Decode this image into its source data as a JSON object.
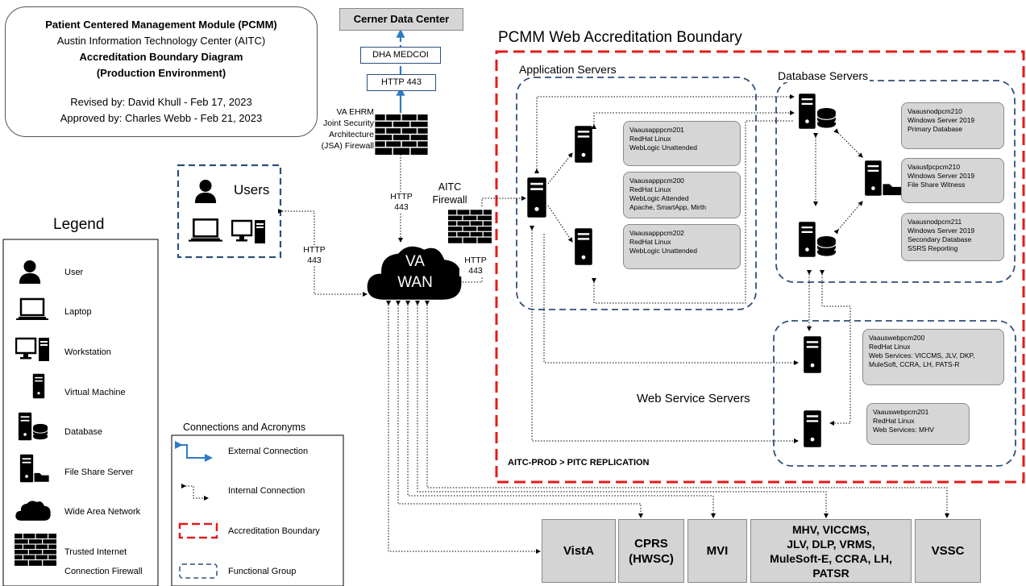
{
  "header": {
    "title": "Patient Centered Management Module (PCMM)",
    "org": "Austin Information Technology Center (AITC)",
    "diagram_title": "Accreditation Boundary Diagram",
    "environment": "(Production Environment)",
    "revised": "Revised by: David Khull - Feb 17, 2023",
    "approved": "Approved by: Charles Webb - Feb 21, 2023"
  },
  "top": {
    "data_center": "Cerner Data Center",
    "medcoi": "DHA MEDCOI",
    "http": "HTTP 443",
    "jsa_firewall": [
      "VA EHRM",
      "Joint Security",
      "Architecture",
      "(JSA) Firewall"
    ]
  },
  "boundary_title": "PCMM Web Accreditation Boundary",
  "boundary_note": "AITC-PROD > PITC REPLICATION",
  "users": {
    "label": "Users",
    "http": [
      "HTTP",
      "443"
    ]
  },
  "wan": {
    "line1": "VA",
    "line2": "WAN",
    "http_top": [
      "HTTP",
      "443"
    ]
  },
  "aitc_firewall": {
    "label": [
      "AITC",
      "Firewall"
    ],
    "http": [
      "HTTP",
      "443"
    ]
  },
  "groups": {
    "app": "Application Servers",
    "db": "Database Servers",
    "web": "Web Service Servers"
  },
  "servers": {
    "app201": [
      "Vaausapppcm201",
      "RedHat Linux",
      "WebLogic Unattended"
    ],
    "app200": [
      "Vaausapppcm200",
      "RedHat Linux",
      "WebLogic Attended",
      "Apache, SmartApp, Mirth"
    ],
    "app202": [
      "Vaausapppcm202",
      "RedHat Linux",
      "WebLogic Unattended"
    ],
    "db210": [
      "Vaausnodpcm210",
      "Windows Server 2019",
      "Primary Database"
    ],
    "fs210": [
      "Vaausfpcpcm210",
      "Windows Server 2019",
      "File Share Witness"
    ],
    "db211": [
      "Vaausnodpcm211",
      "Windows Server 2019",
      "Secondary Database",
      "SSRS Reporting"
    ],
    "web200": [
      "Vaauswebpcm200",
      "RedHat Linux",
      "Web Services: VICCMS, JLV, DKP,",
      "MuleSoft, CCRA, LH, PATS-R"
    ],
    "web201": [
      "Vaauswebpcm201",
      "RedHat Linux",
      "Web Services: MHV"
    ]
  },
  "external_systems": [
    "VistA",
    "CPRS\n(HWSC)",
    "MVI",
    "MHV, VICCMS,\nJLV, DLP, VRMS,\nMuleSoft-E, CCRA, LH,\nPATSR",
    "VSSC"
  ],
  "legend": {
    "title": "Legend",
    "items": [
      "User",
      "Laptop",
      "Workstation",
      "Virtual Machine",
      "Database",
      "File Share Server",
      "Wide Area Network",
      "Trusted Internet",
      "Connection Firewall"
    ]
  },
  "connections": {
    "title": "Connections and Acronyms",
    "items": [
      "External Connection",
      "Internal Connection",
      "Accreditation Boundary",
      "Functional Group"
    ]
  },
  "colors": {
    "boundary": "#e31b1b",
    "group": "#2f4f7a",
    "external": "#2e7bc4",
    "box_fill": "#d6d6d6"
  }
}
